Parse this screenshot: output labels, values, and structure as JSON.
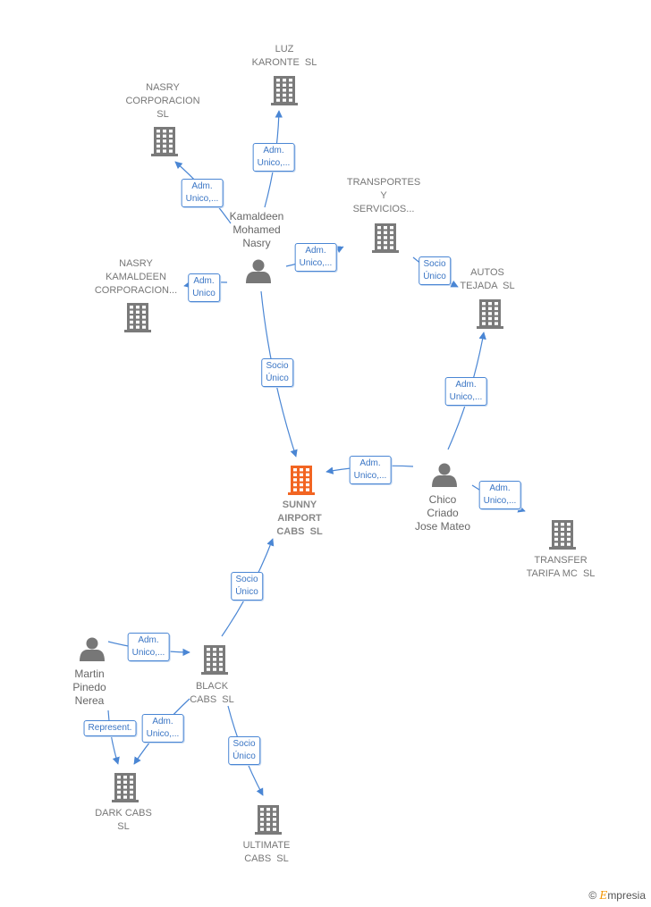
{
  "colors": {
    "edge": "#4a86d4",
    "company": "#7a7a7a",
    "focus": "#f26522",
    "person": "#777777"
  },
  "nodes": [
    {
      "id": "luz",
      "type": "company",
      "label": "LUZ\nKARONTE  SL"
    },
    {
      "id": "nasry_corp",
      "type": "company",
      "label": "NASRY\nCORPORACION\nSL"
    },
    {
      "id": "kamaldeen",
      "type": "person",
      "label": "Kamaldeen\nMohamed\nNasry"
    },
    {
      "id": "transportes",
      "type": "company",
      "label": "TRANSPORTES\nY\nSERVICIOS..."
    },
    {
      "id": "nasry_kam",
      "type": "company",
      "label": "NASRY\nKAMALDEEN\nCORPORACION..."
    },
    {
      "id": "autos",
      "type": "company",
      "label": "AUTOS\nTEJADA  SL"
    },
    {
      "id": "sunny",
      "type": "focus",
      "label": "SUNNY\nAIRPORT\nCABS  SL"
    },
    {
      "id": "chico",
      "type": "person",
      "label": "Chico\nCriado\nJose Mateo"
    },
    {
      "id": "transfer",
      "type": "company",
      "label": "TRANSFER\nTARIFA MC  SL"
    },
    {
      "id": "martin",
      "type": "person",
      "label": "Martin\nPinedo\nNerea"
    },
    {
      "id": "black",
      "type": "company",
      "label": "BLACK\nCABS  SL"
    },
    {
      "id": "dark",
      "type": "company",
      "label": "DARK CABS\nSL"
    },
    {
      "id": "ultimate",
      "type": "company",
      "label": "ULTIMATE\nCABS  SL"
    }
  ],
  "edges": [
    {
      "from": "kamaldeen",
      "to": "luz",
      "label": "Adm.\nUnico,..."
    },
    {
      "from": "kamaldeen",
      "to": "nasry_corp",
      "label": "Adm.\nUnico,..."
    },
    {
      "from": "kamaldeen",
      "to": "transportes",
      "label": "Adm.\nUnico,..."
    },
    {
      "from": "kamaldeen",
      "to": "nasry_kam",
      "label": "Adm.\nUnico"
    },
    {
      "from": "kamaldeen",
      "to": "sunny",
      "label": "Socio\nÚnico"
    },
    {
      "from": "transportes",
      "to": "autos",
      "label": "Socio\nÚnico"
    },
    {
      "from": "chico",
      "to": "autos",
      "label": "Adm.\nUnico,..."
    },
    {
      "from": "chico",
      "to": "sunny",
      "label": "Adm.\nUnico,..."
    },
    {
      "from": "chico",
      "to": "transfer",
      "label": "Adm.\nUnico,..."
    },
    {
      "from": "black",
      "to": "sunny",
      "label": "Socio\nÚnico"
    },
    {
      "from": "martin",
      "to": "black",
      "label": "Adm.\nUnico,..."
    },
    {
      "from": "martin",
      "to": "dark",
      "label": "Represent."
    },
    {
      "from": "black",
      "to": "dark",
      "label": "Adm.\nUnico,..."
    },
    {
      "from": "black",
      "to": "ultimate",
      "label": "Socio\nÚnico"
    }
  ],
  "brand": {
    "copyright": "©",
    "name_initial": "E",
    "name_rest": "mpresia"
  }
}
